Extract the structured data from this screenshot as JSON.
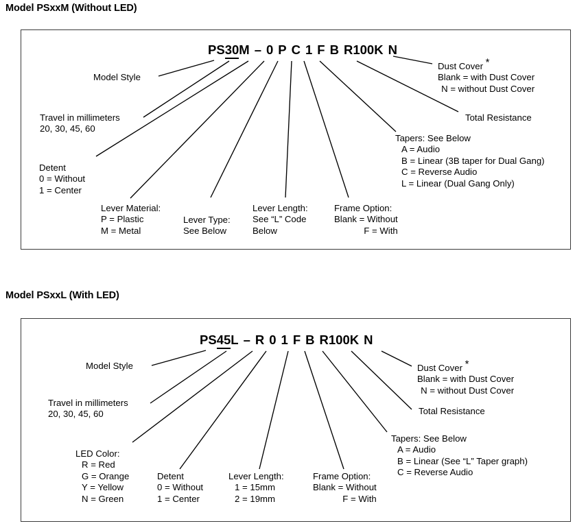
{
  "page": {
    "background": "#ffffff",
    "line_color": "#000000",
    "box_border_color": "#3a3a3a"
  },
  "diagrams": [
    {
      "id": "psxxm",
      "title": "Model PSxxM (Without LED)",
      "part_number": {
        "model": "PS30M",
        "dash": "–",
        "codes": [
          "0",
          "P",
          "C",
          "1",
          "F",
          "B",
          "R100K",
          "N"
        ],
        "full": "PS30M – 0 P C 1 F B R100K N"
      },
      "callouts": {
        "model_style": {
          "lines": [
            "Model Style"
          ]
        },
        "travel": {
          "lines": [
            "Travel in millimeters",
            "20, 30, 45, 60"
          ]
        },
        "detent": {
          "lines": [
            "Detent",
            "0 = Without",
            "1 = Center"
          ]
        },
        "lever_material": {
          "lines": [
            "Lever Material:",
            "P = Plastic",
            "M = Metal"
          ]
        },
        "lever_type": {
          "lines": [
            "Lever Type:",
            "See Below"
          ]
        },
        "lever_length": {
          "lines": [
            "Lever Length:",
            "See “L” Code",
            "Below"
          ]
        },
        "frame_option": {
          "lines": [
            "Frame Option:",
            "Blank = Without",
            "F = With"
          ]
        },
        "tapers": {
          "lines": [
            "Tapers: See Below",
            "A = Audio",
            "B = Linear (3B taper for Dual Gang)",
            "C = Reverse Audio",
            "L = Linear (Dual Gang Only)"
          ]
        },
        "total_resistance": {
          "lines": [
            "Total Resistance"
          ]
        },
        "dust_cover": {
          "title": "Dust Cover",
          "marker": "*",
          "lines": [
            "Blank = with Dust Cover",
            "N = without Dust Cover"
          ]
        }
      }
    },
    {
      "id": "psxxl",
      "title": "Model PSxxL (With LED)",
      "part_number": {
        "model": "PS45L",
        "dash": "–",
        "codes": [
          "R",
          "0",
          "1",
          "F",
          "B",
          "R100K",
          "N"
        ],
        "full": "PS45L – R 0 1 F B R100K N"
      },
      "callouts": {
        "model_style": {
          "lines": [
            "Model Style"
          ]
        },
        "travel": {
          "lines": [
            "Travel in millimeters",
            "20, 30, 45, 60"
          ]
        },
        "led_color": {
          "lines": [
            "LED Color:",
            "R = Red",
            "G = Orange",
            "Y = Yellow",
            "N = Green"
          ]
        },
        "detent": {
          "lines": [
            "Detent",
            "0 = Without",
            "1 = Center"
          ]
        },
        "lever_length": {
          "lines": [
            "Lever Length:",
            "1 = 15mm",
            "2 = 19mm"
          ]
        },
        "frame_option": {
          "lines": [
            "Frame Option:",
            "Blank = Without",
            "F = With"
          ]
        },
        "tapers": {
          "lines": [
            "Tapers: See Below",
            "A = Audio",
            "B = Linear (See “L” Taper graph)",
            "C = Reverse Audio"
          ]
        },
        "total_resistance": {
          "lines": [
            "Total Resistance"
          ]
        },
        "dust_cover": {
          "title": "Dust Cover",
          "marker": "*",
          "lines": [
            "Blank = with Dust Cover",
            "N = without Dust Cover"
          ]
        }
      }
    }
  ]
}
